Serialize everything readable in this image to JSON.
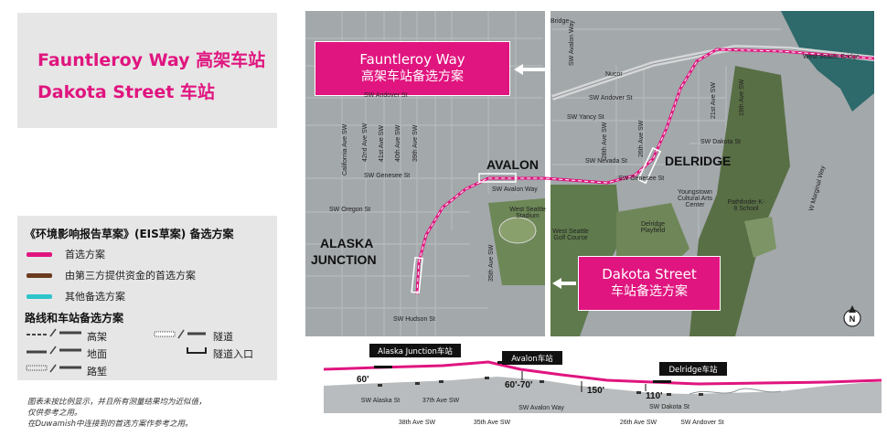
{
  "title": {
    "line1": "Fauntleroy Way 高架车站",
    "line2": "Dakota Street 车站"
  },
  "legend": {
    "heading": "《环境影响报告草案》(EIS草案) 备选方案",
    "items": [
      {
        "label": "首选方案",
        "color": "#e0157f"
      },
      {
        "label": "由第三方提供资金的首选方案",
        "color": "#6b3a1f"
      },
      {
        "label": "其他备选方案",
        "color": "#2ec4c9"
      }
    ],
    "route_heading": "路线和车站备选方案",
    "route_types": [
      "高架",
      "地面",
      "路堑"
    ],
    "tunnel": "隧道",
    "tunnel_portal": "隧道入口"
  },
  "notes": [
    "图表未按比例显示，并且所有测量结果均为近似值，",
    "仅供参考之用。",
    "在Duwamish中连接到的首选方案作参考之用。"
  ],
  "callouts": {
    "fauntleroy": {
      "line1": "Fauntleroy Way",
      "line2": "高架车站备选方案"
    },
    "dakota": {
      "line1": "Dakota Street",
      "line2": "车站备选方案"
    }
  },
  "neighborhoods": {
    "avalon": "AVALON",
    "delridge": "DELRIDGE",
    "alaska1": "ALASKA",
    "alaska2": "JUNCTION"
  },
  "map_labels": {
    "bridge": "West Seattle Bridge",
    "bridge2": "Bridge",
    "nucor": "Nucor",
    "andover_w": "SW Andover St",
    "andover_e": "SW Andover St",
    "yancy": "SW Yancy St",
    "nevada": "SW Nevada St",
    "genesee_w": "SW Genesee St",
    "genesee_e": "SW Genesee St",
    "avalon_way": "SW Avalon Way",
    "avalon_way_n": "SW Avalon Way",
    "oregon": "SW Oregon St",
    "hudson": "SW Hudson St",
    "dakota": "SW Dakota St",
    "california": "California Ave SW",
    "ave42": "42nd Ave SW",
    "ave41": "41st Ave SW",
    "ave40": "40th Ave SW",
    "ave39": "39th Ave SW",
    "ave35": "35th Ave SW",
    "ave28": "28th Ave SW",
    "ave26": "26th Ave SW",
    "ave21": "21st Ave SW",
    "ave19": "19th Ave SW",
    "marginal": "W Marginal Way",
    "stadium": "West Seattle Stadium",
    "golf": "West Seattle Golf Course",
    "delridge_pf": "Delridge Playfield",
    "youngstown": "Youngstown Cultural Arts Center",
    "pathfinder": "Pathfinder K-8 School",
    "north": "N"
  },
  "profile": {
    "stations": [
      "Alaska Junction车站",
      "Avalon车站",
      "Delridge车站"
    ],
    "heights": [
      "60'",
      "60'-70'",
      "150'",
      "110'"
    ],
    "cross_streets_top": [
      "SW Alaska St",
      "37th Ave SW",
      "SW Avalon Way",
      "SW Dakota St"
    ],
    "cross_streets_bottom": [
      "38th Ave SW",
      "35th Ave SW",
      "26th Ave SW",
      "SW Andover St"
    ]
  },
  "colors": {
    "preferred": "#e0157f",
    "third_party": "#6b3a1f",
    "other": "#2ec4c9"
  }
}
